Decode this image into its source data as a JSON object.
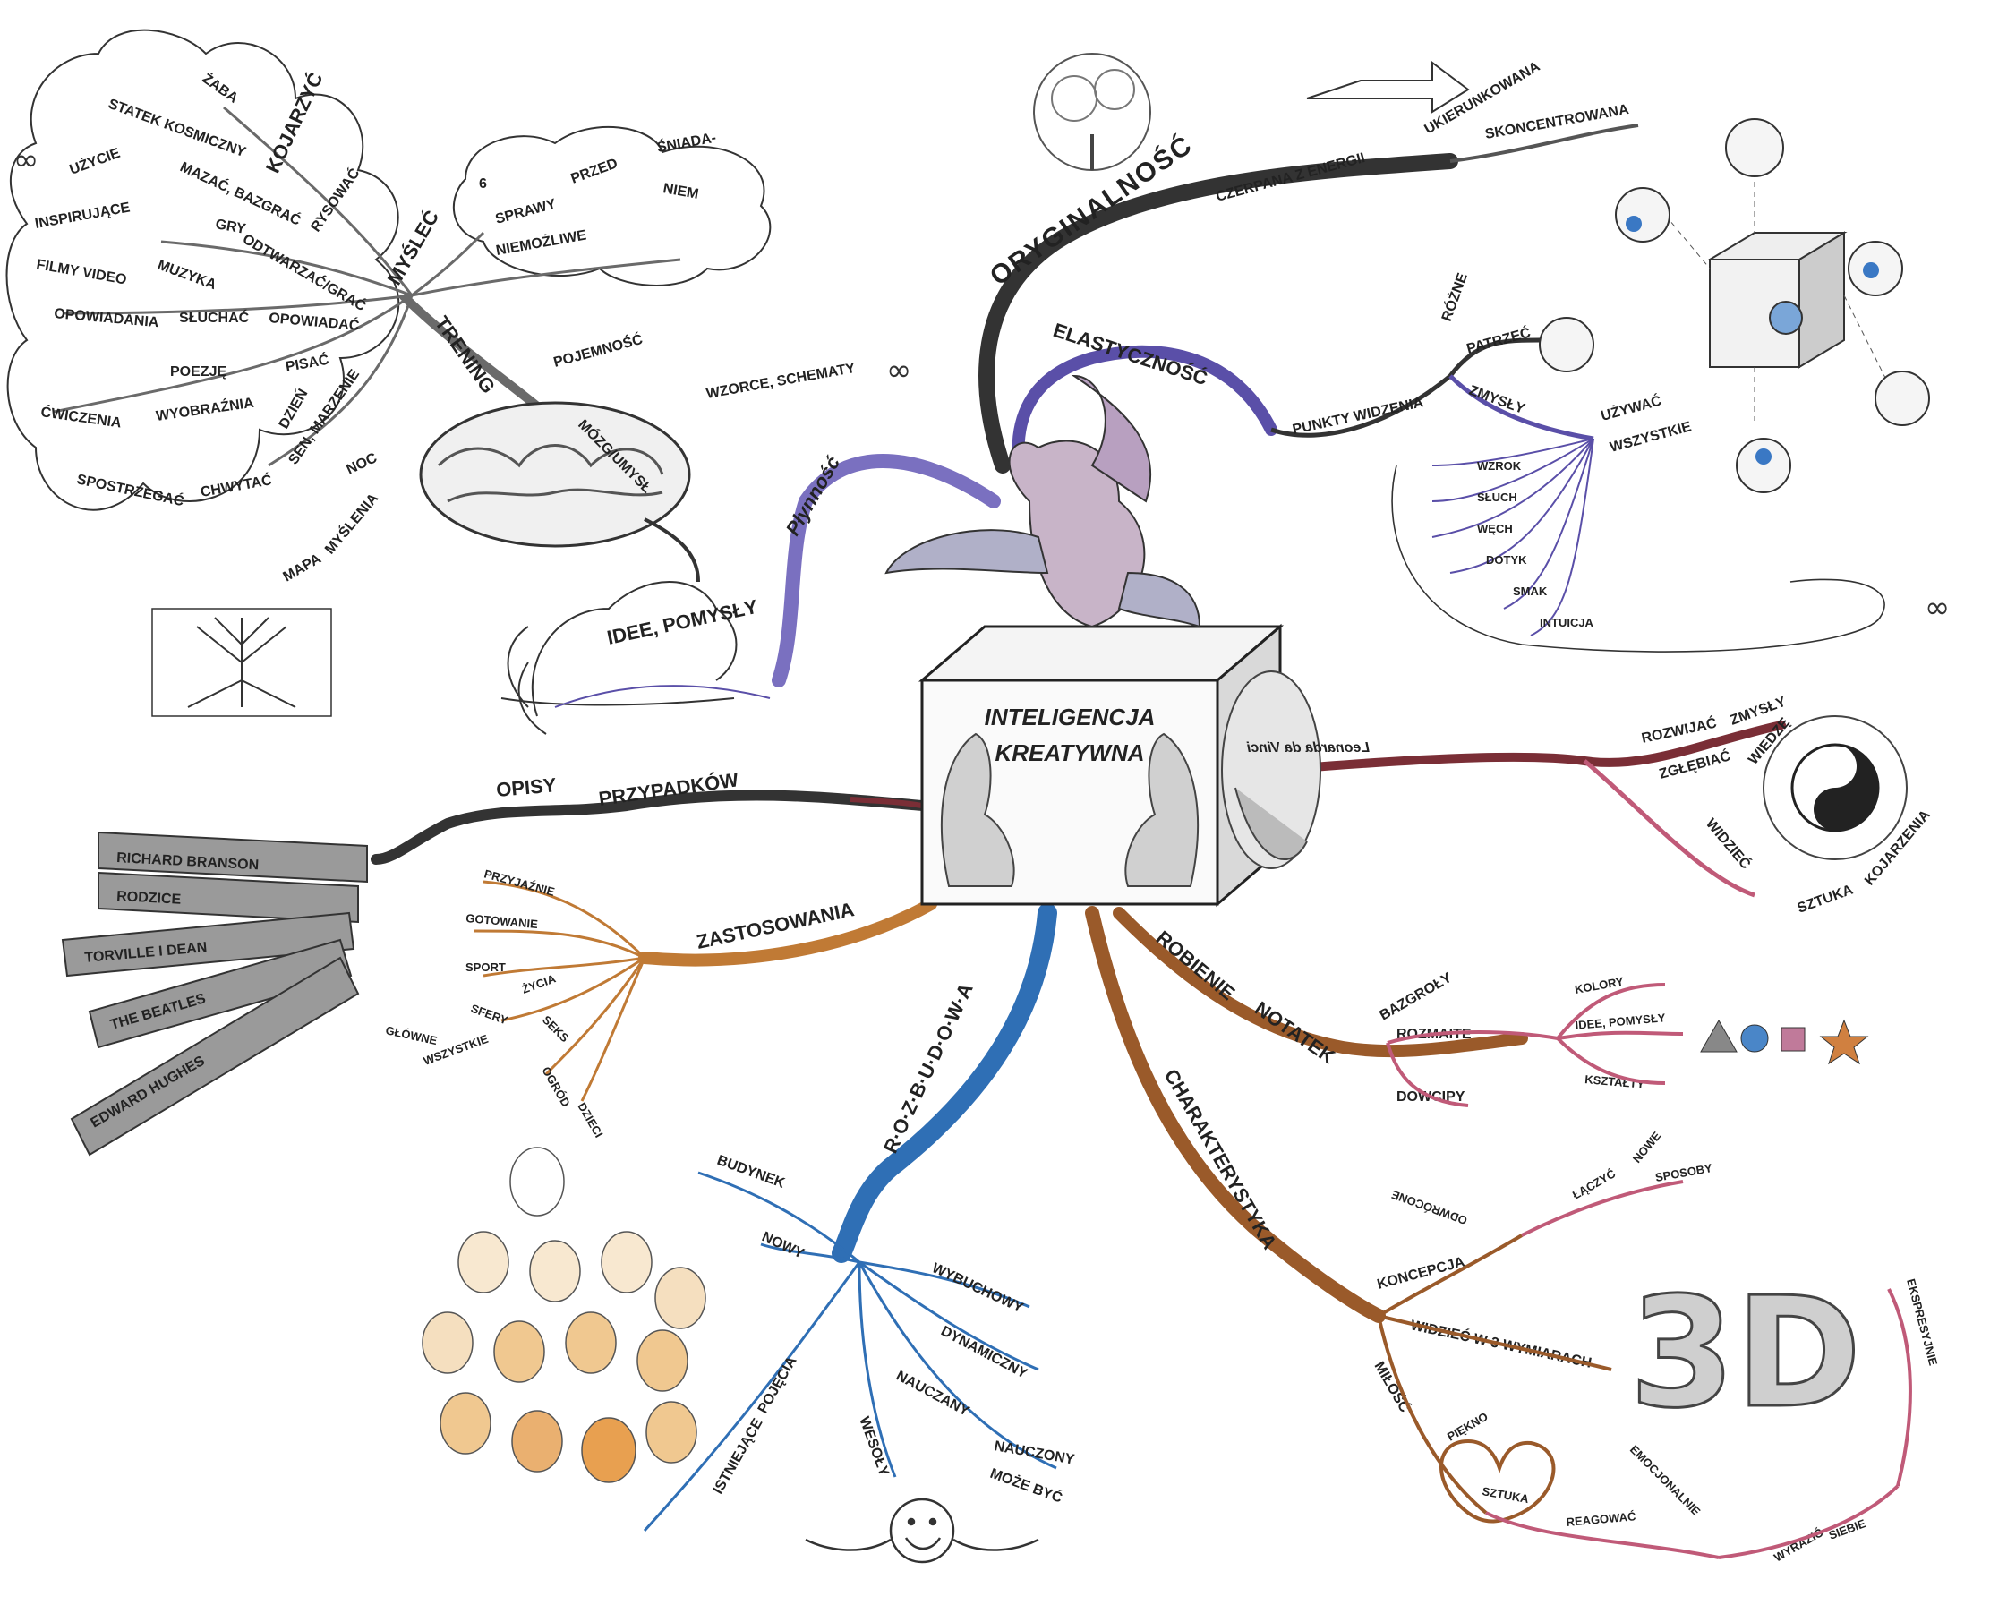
{
  "colors": {
    "ink": "#2a2a2a",
    "grey_branch": "#6a6a6a",
    "dark_branch": "#333333",
    "purple_branch": "#5a4fa8",
    "blue_branch": "#2f6fb5",
    "orange_branch": "#c07a35",
    "brown_branch": "#9a5a2a",
    "maroon_branch": "#7a2e36",
    "pink_branch": "#c05a78",
    "bulb": "#f0c890",
    "card": "#8a8a8a"
  },
  "icons": [
    "brain-icon",
    "bird-icon",
    "cube-icon",
    "face-icon",
    "hands-icon",
    "tree-icon",
    "arrow-icon",
    "eye-icon",
    "yin-yang-icon",
    "bulb-icon",
    "smiley-icon",
    "heart-icon",
    "infinity-icon",
    "shapes-icon",
    "three-d-icon",
    "neuron-icon",
    "wave-icon",
    "card-icon"
  ],
  "center": {
    "line1": "INTELIGENCJA",
    "line2": "KREATYWNA"
  },
  "branches": {
    "mysl": {
      "main": "MYŚLEĆ",
      "trening": "TRENING",
      "pojemnosc": "POJEMNOŚĆ",
      "wzorce": "WZORCE, SCHEMATY",
      "mozg": "MÓZG/UMYSŁ",
      "mapa": "MAPA",
      "myslenia": "MYŚLENIA"
    },
    "thinking_tree": [
      "ŻABA",
      "STATEK KOSMICZNY",
      "KOJARZYĆ",
      "UŻYCIE",
      "MAZAĆ, BAZGRAĆ",
      "RYSOWAĆ",
      "INSPIRUJĄCE",
      "GRY",
      "ODTWARZAĆ/GRAĆ",
      "FILMY VIDEO",
      "MUZYKA",
      "OPOWIADANIA",
      "SŁUCHAĆ",
      "OPOWIADAĆ",
      "POEZJĘ",
      "PISAĆ",
      "ĆWICZENIA",
      "WYOBRAŹNIA",
      "DZIEŃ",
      "SEN, MARZENIE",
      "NOC",
      "SPOSTRZEGAĆ",
      "CHWYTAĆ"
    ],
    "breakfast": [
      "6",
      "SPRAWY",
      "PRZED",
      "ŚNIADA-",
      "NIEM",
      "NIEMOŻLIWE"
    ],
    "plynnosc": "Płynność",
    "idee": "IDEE, POMYSŁY",
    "oryginalnosc": {
      "main": "ORYGINALNOŚĆ",
      "czerpana": "CZERPANA Z ENERGII",
      "ukierunkowana": "UKIERUNKOWANA",
      "skoncentrowana": "SKONCENTROWANA"
    },
    "elastycznosc": {
      "main": "ELASTYCZNOŚĆ",
      "punkty": "PUNKTY WIDZENIA",
      "rozne": "RÓŻNE",
      "patrzec": "PATRZEĆ",
      "zmysly": "ZMYSŁY",
      "uzywac": "UŻYWAĆ",
      "wszystkie": "WSZYSTKIE",
      "senses": [
        "WZROK",
        "SŁUCH",
        "WĘCH",
        "DOTYK",
        "SMAK",
        "INTUICJA"
      ]
    },
    "leonardo": {
      "mirror": "Leonarda da Vinci",
      "rozwijac": "ROZWIJAĆ",
      "zmysly": "ZMYSŁY",
      "zglebiac": "ZGŁĘBIAĆ",
      "wiedze": "WIEDZĘ",
      "widziec": "WIDZIEĆ",
      "sztuka": "SZTUKA",
      "kojarzenia": "KOJARZENIA"
    },
    "opisy": {
      "opisy": "OPISY",
      "przypadkow": "PRZYPADKÓW",
      "cards": [
        "RICHARD BRANSON",
        "RODZICE",
        "TORVILLE I DEAN",
        "THE BEATLES",
        "EDWARD HUGHES"
      ]
    },
    "zastosowania": {
      "main": "ZASTOSOWANIA",
      "items": [
        "PRZYJAŹNIE",
        "GOTOWANIE",
        "SPORT",
        "ŻYCIA",
        "SFERY",
        "GŁÓWNE",
        "WSZYSTKIE",
        "SEKS",
        "OGRÓD",
        "DZIECI"
      ]
    },
    "rozbudowa": {
      "main": "R·O·Z·B·U·D·O·W·A",
      "budynek": "BUDYNEK",
      "nowy": "NOWY",
      "wybuchowy": "WYBUCHOWY",
      "dynamiczny": "DYNAMICZNY",
      "nauczany": "NAUCZANY",
      "nauczony": "NAUCZONY",
      "moze_byc": "MOŻE BYĆ",
      "wesoly": "WESOŁY",
      "istniejace": "ISTNIEJĄCE",
      "pojecia": "POJĘCIA"
    },
    "notatki": {
      "robienie": "ROBIENIE",
      "notatek": "NOTATEK",
      "bazgroly": "BAZGROŁY",
      "rozmaite": "ROZMAITE",
      "kolory": "KOLORY",
      "idee": "IDEE, POMYSŁY",
      "ksztalty": "KSZTAŁTY",
      "dowcipy": "DOWCIPY"
    },
    "charakterystyka": {
      "main": "CHARAKTERYSTYKA",
      "koncepcja": "KONCEPCJA",
      "odwrocone": "ODWRÓCONE",
      "laczyc": "ŁĄCZYĆ",
      "nowe": "NOWE",
      "sposoby": "SPOSOBY",
      "widziec3": "WIDZIEĆ W 3 WYMIARACH",
      "milosc": "MIŁOŚĆ",
      "piekno": "PIĘKNO",
      "sztuka": "SZTUKA",
      "reagowac": "REAGOWAĆ",
      "emocjonalnie": "EMOCJONALNIE",
      "wyrazic": "WYRAZIĆ",
      "siebie": "SIEBIE",
      "ekspresyjne": "EKSPRESYJNIE",
      "three_d": "3D"
    }
  }
}
